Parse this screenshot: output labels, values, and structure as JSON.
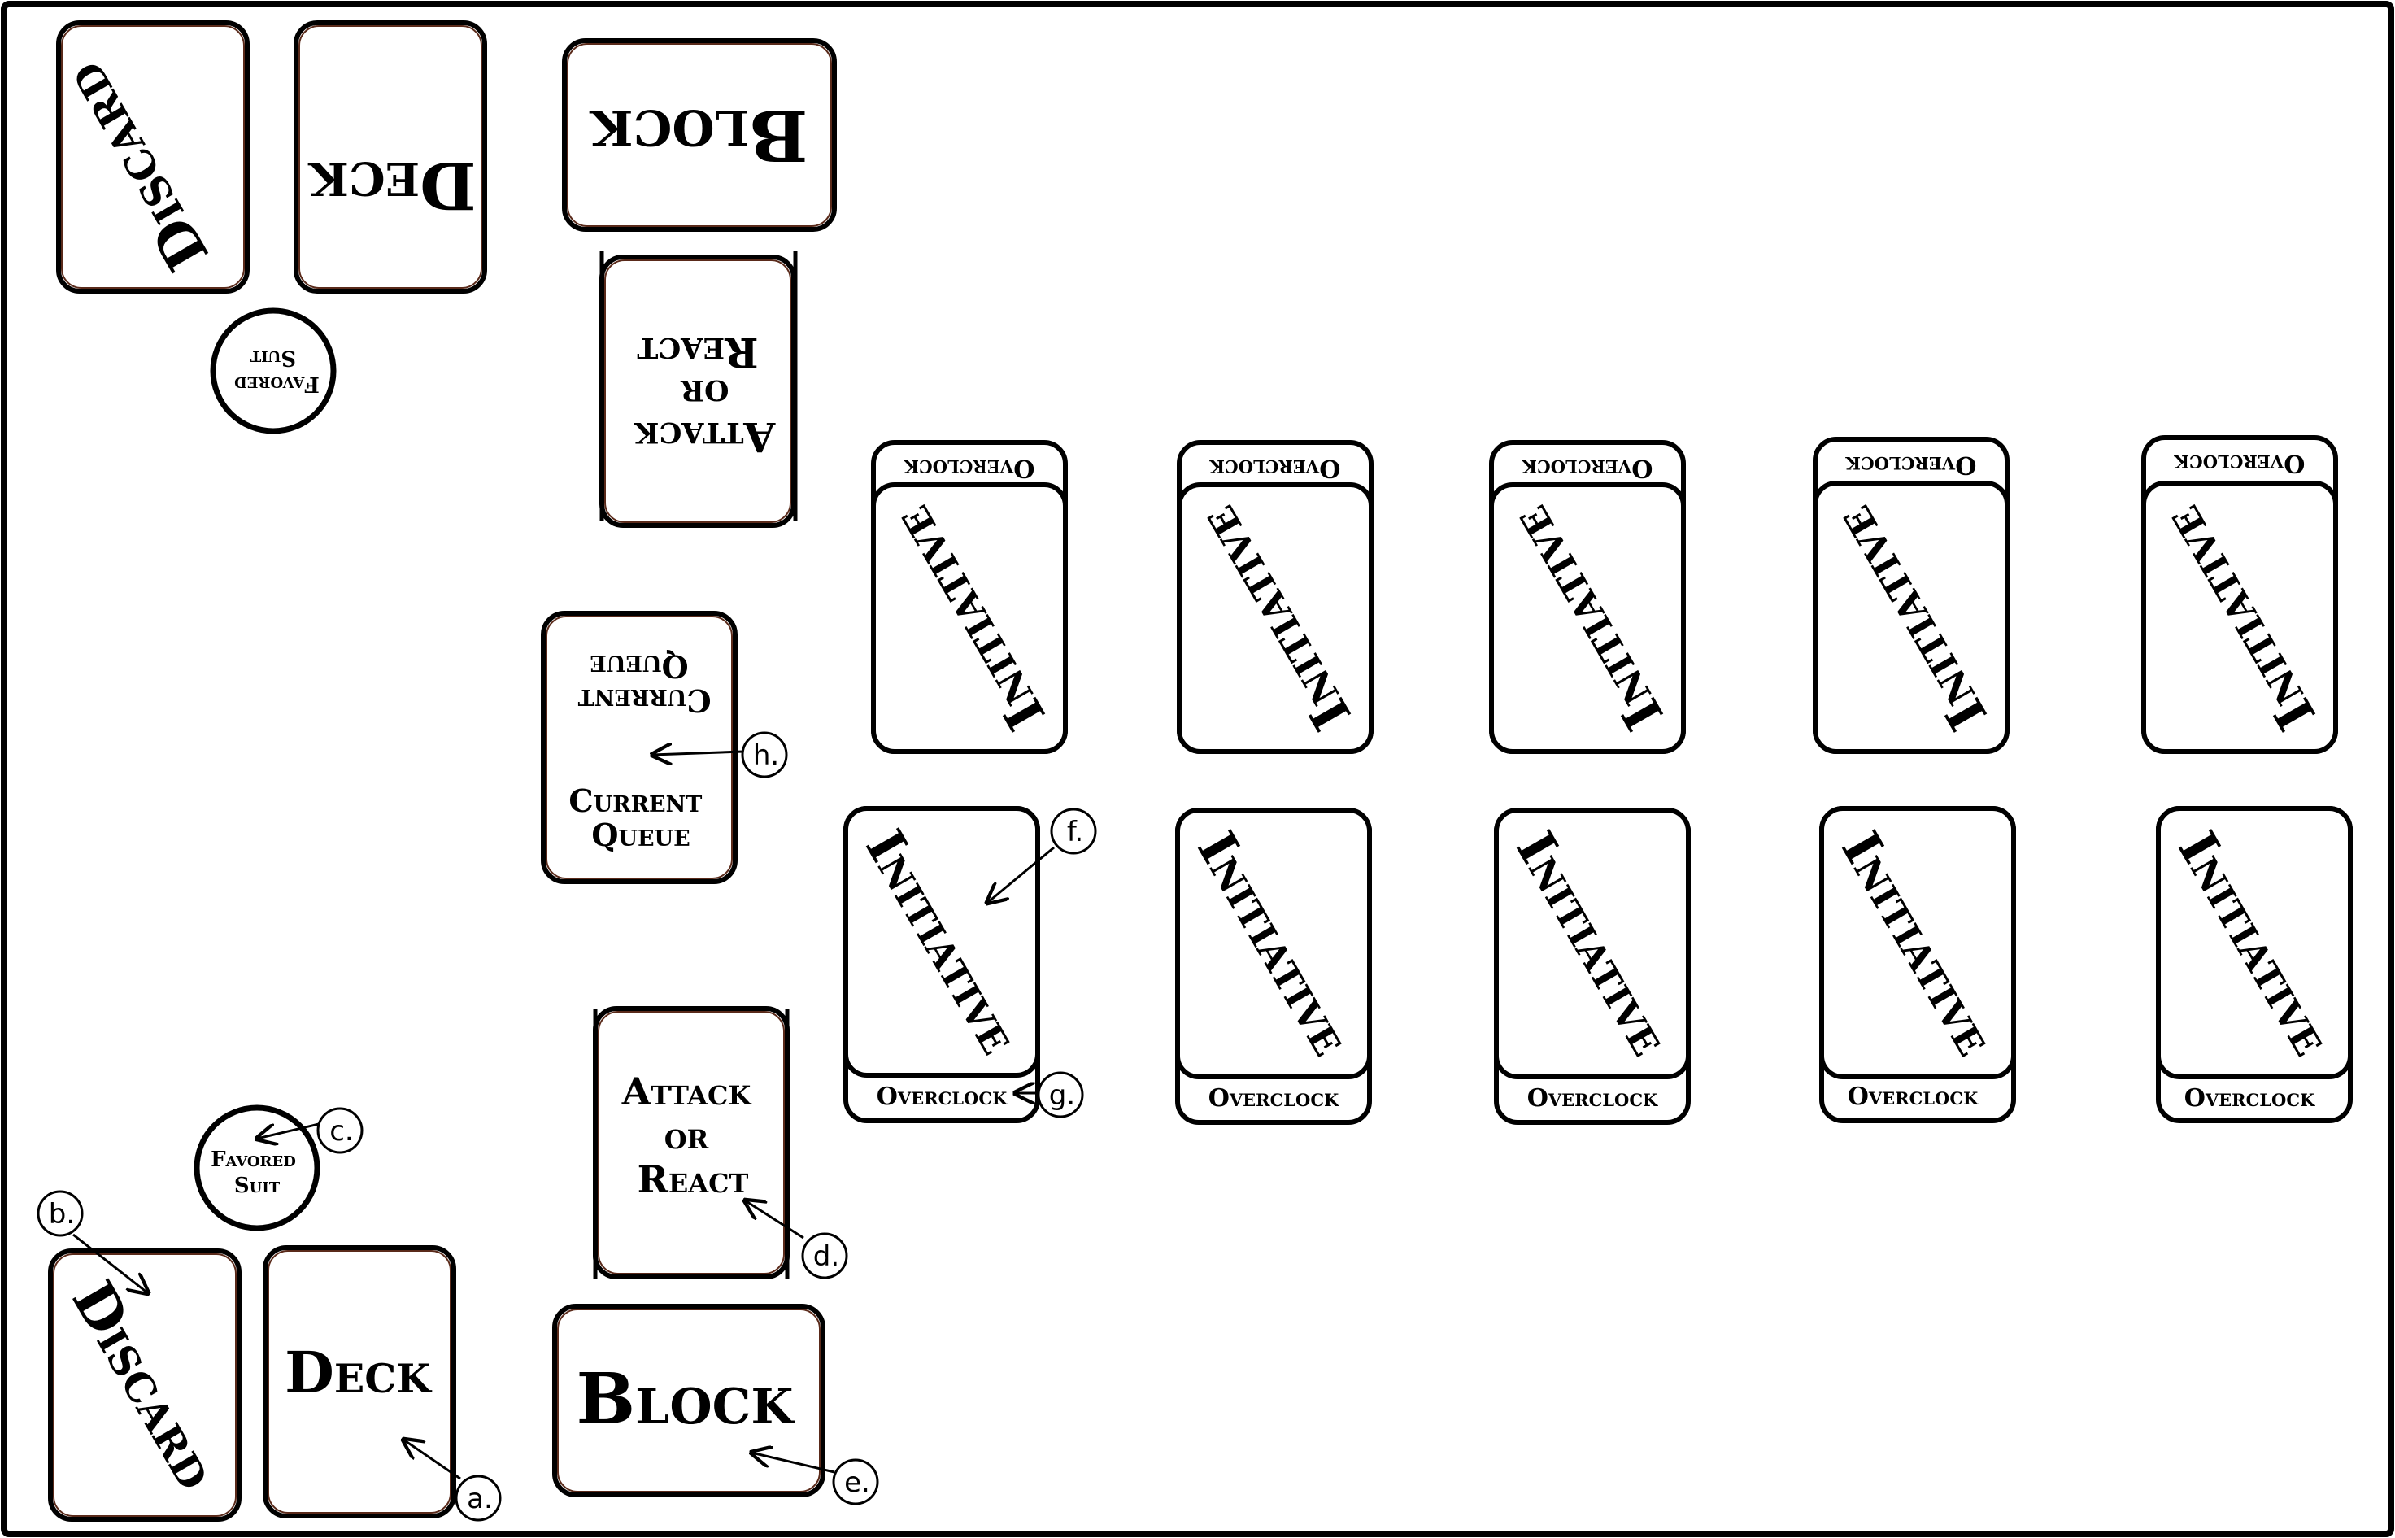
{
  "cards": {
    "discard": "Discard",
    "deck": "Deck",
    "block": "Block",
    "attack_or_react": [
      "Attack",
      "or",
      "React"
    ],
    "current_queue": [
      "Current",
      "Queue"
    ],
    "favored_suit": [
      "Favored",
      "Suit"
    ],
    "initiative": "Initiative",
    "overclock": "Overclock"
  },
  "callouts": {
    "a": "a.",
    "b": "b.",
    "c": "c.",
    "d": "d.",
    "e": "e.",
    "f": "f.",
    "g": "g.",
    "h": "h."
  }
}
